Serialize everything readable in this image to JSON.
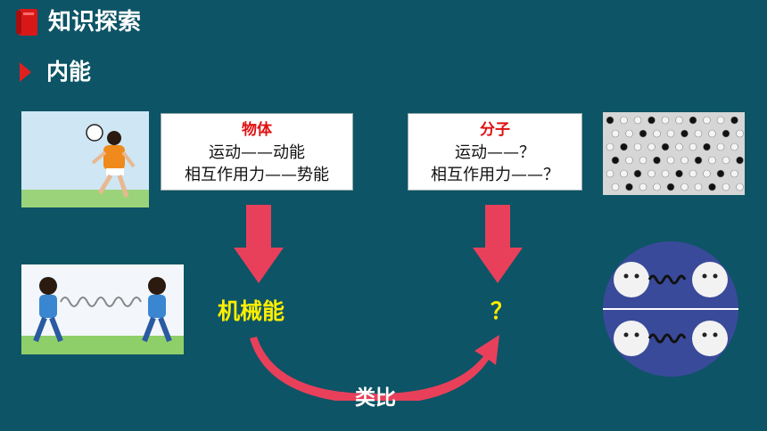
{
  "header": {
    "title": "知识探索",
    "subtitle": "内能",
    "icon": "book-icon",
    "marker_icon": "triangle-marker-icon"
  },
  "left_card": {
    "heading": "物体",
    "line1": "运动——动能",
    "line2": "相互作用力——势能"
  },
  "right_card": {
    "heading": "分子",
    "line1": "运动——？",
    "line2": "相互作用力——？"
  },
  "labels": {
    "mechanical_energy": "机械能",
    "question": "？",
    "analogy": "类比"
  },
  "colors": {
    "background": "#0d5466",
    "accent_red": "#e02020",
    "arrow_fill": "#e8405a",
    "highlight_yellow": "#ffee00"
  },
  "pictures": {
    "soccer": "soccer-player-image",
    "spring_pull": "children-spring-pull-image",
    "molecules": "molecules-image",
    "molecule_spring": "molecule-spring-image"
  }
}
